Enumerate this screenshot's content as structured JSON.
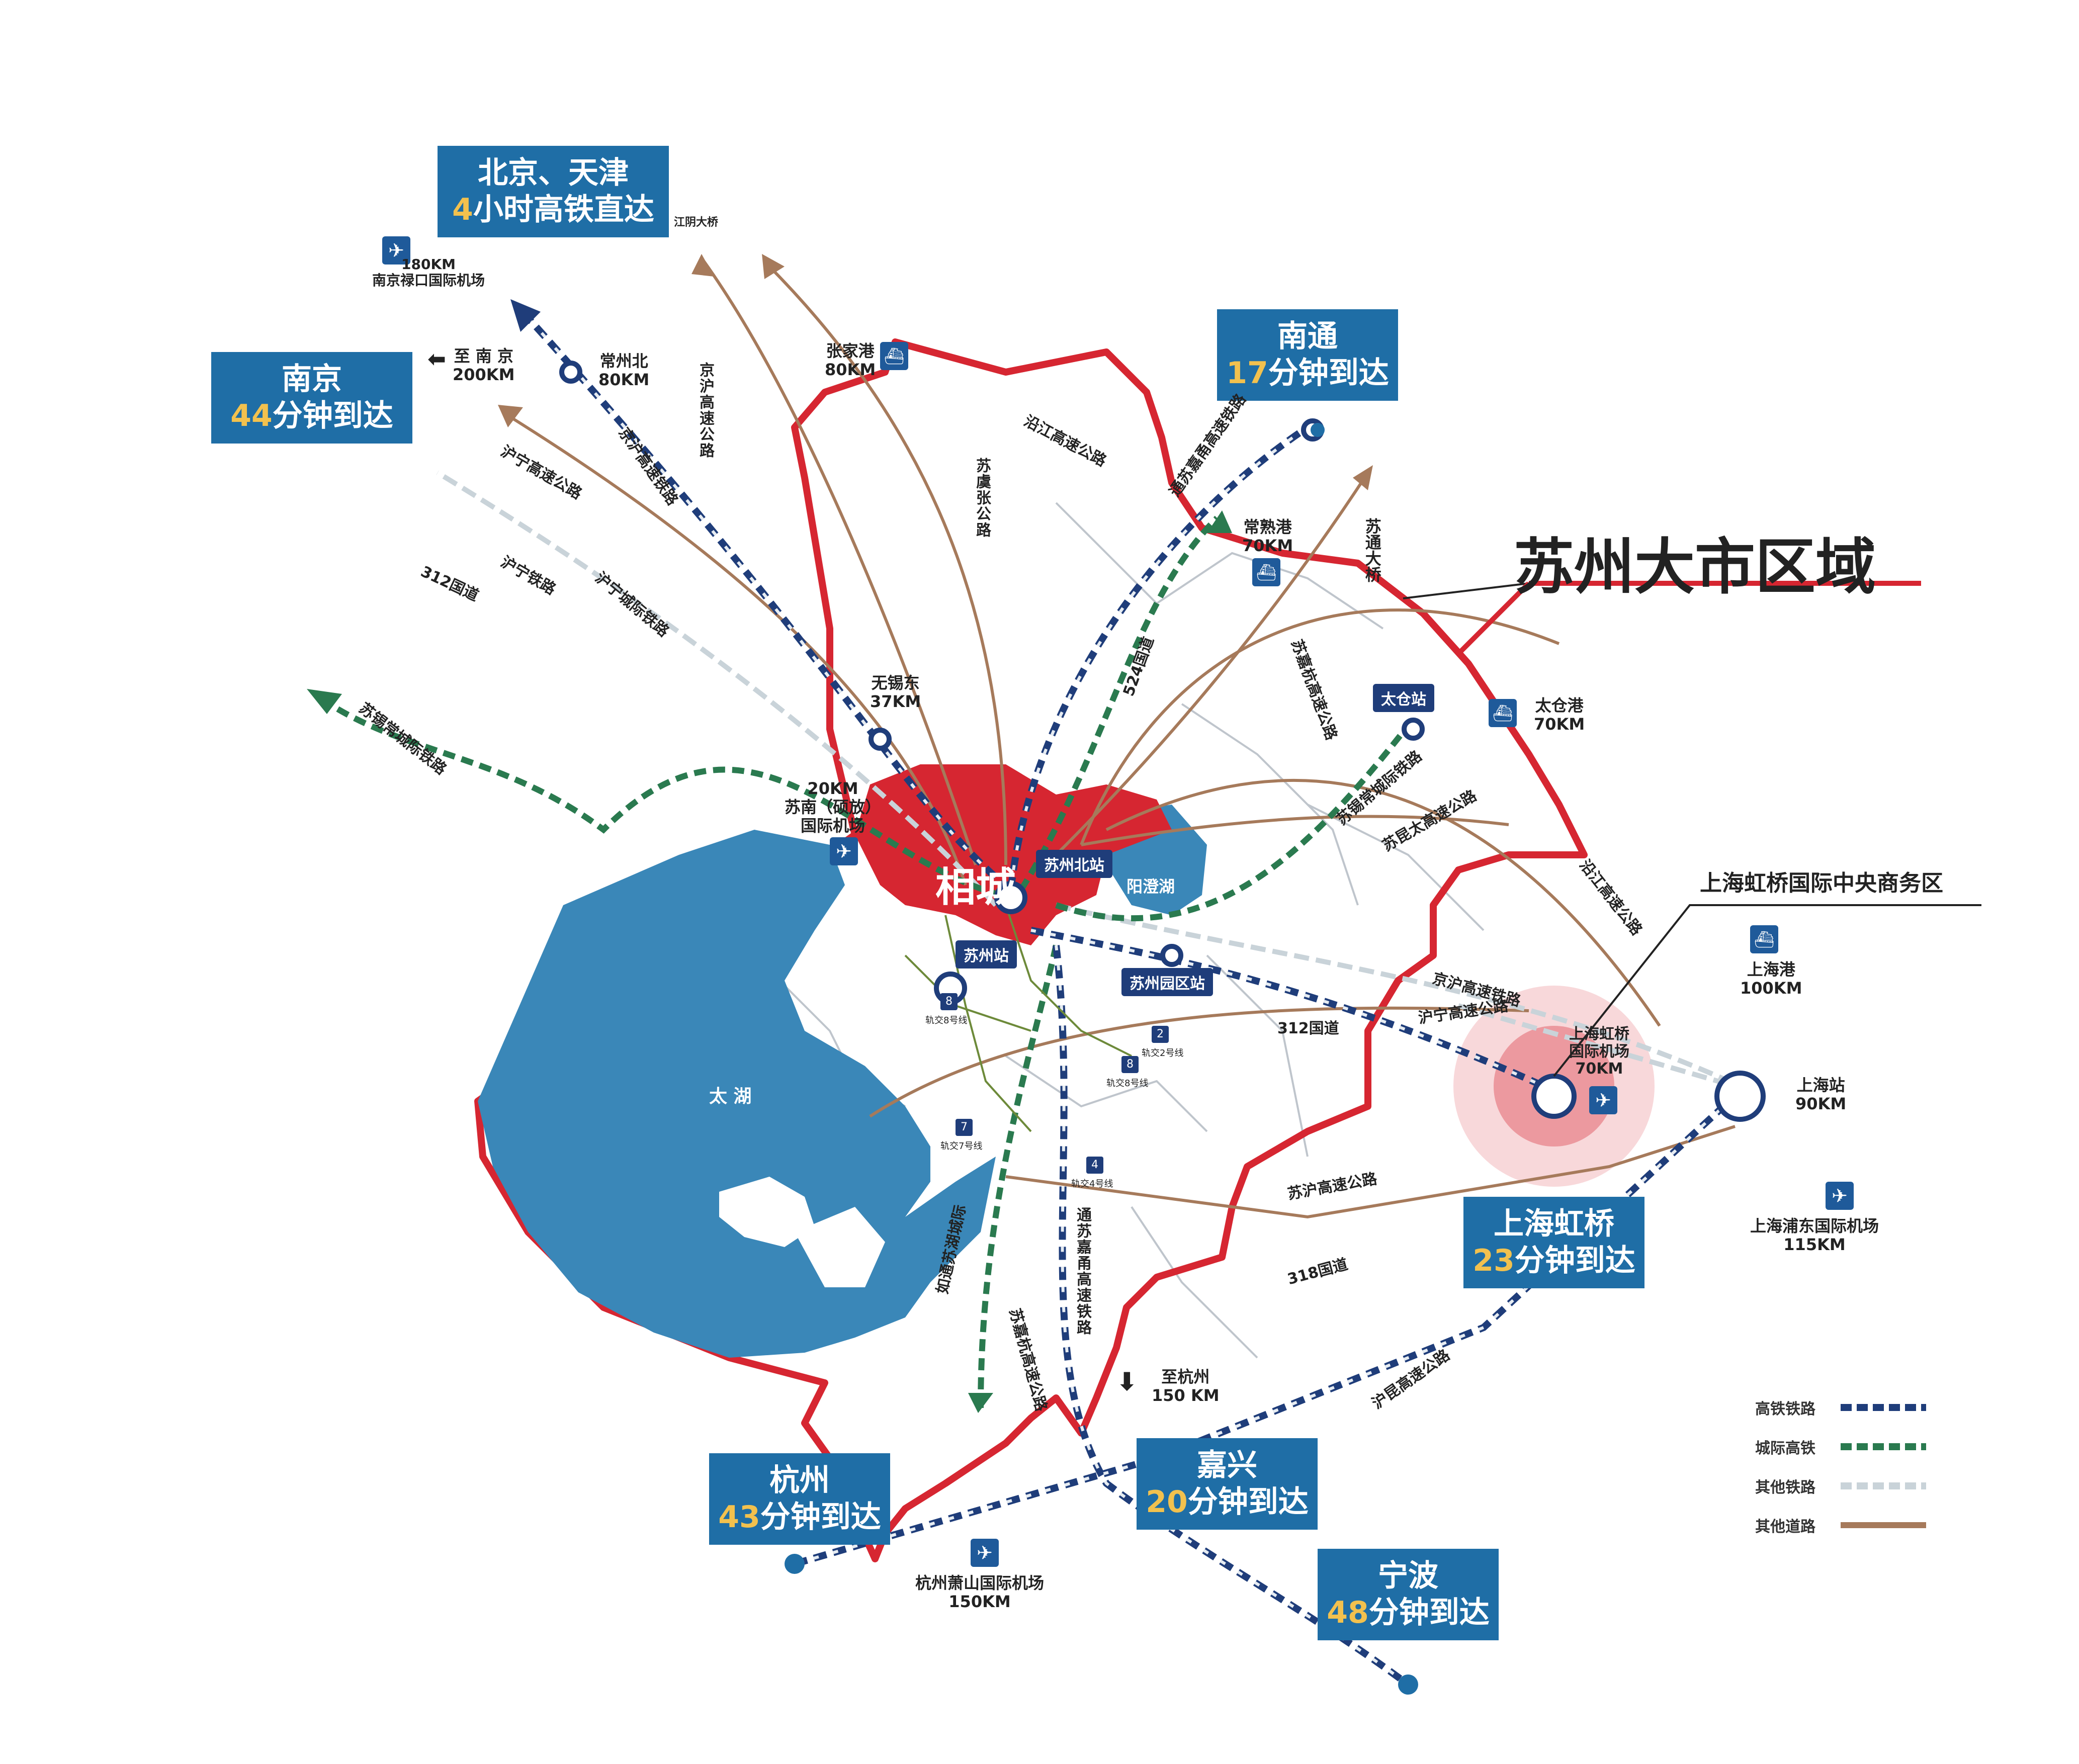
{
  "title": "苏州大市区域",
  "city_center": "相城",
  "cbd": "上海虹桥国际中央商务区",
  "destinations": {
    "beijing": {
      "line1": "北京、天津",
      "line2_num": "4",
      "line2_rest": "小时高铁直达"
    },
    "nanjing": {
      "line1": "南京",
      "line2_num": "44",
      "line2_rest": "分钟到达"
    },
    "nantong": {
      "line1": "南通",
      "line2_num": "17",
      "line2_rest": "分钟到达"
    },
    "hongqiao": {
      "line1": "上海虹桥",
      "line2_num": "23",
      "line2_rest": "分钟到达"
    },
    "hangzhou": {
      "line1": "杭州",
      "line2_num": "43",
      "line2_rest": "分钟到达"
    },
    "jiaxing": {
      "line1": "嘉兴",
      "line2_num": "20",
      "line2_rest": "分钟到达"
    },
    "ningbo": {
      "line1": "宁波",
      "line2_num": "48",
      "line2_rest": "分钟到达"
    }
  },
  "places": {
    "nanjing_airport_km": "180KM",
    "nanjing_airport": "南京禄口国际机场",
    "to_nanjing": "至 南 京",
    "to_nanjing_km": "200KM",
    "changzhou_north": "常州北",
    "changzhou_km": "80KM",
    "jiangyin_bridge": "江阴大桥",
    "zhangjiagang": "张家港",
    "zhangjiagang_km": "80KM",
    "changshu_port": "常熟港",
    "changshu_km": "70KM",
    "sutong_bridge": "苏通大桥",
    "taicang_port": "太仓港",
    "taicang_km": "70KM",
    "wuxi_east": "无锡东",
    "wuxi_km": "37KM",
    "sunan_airport_km": "20KM",
    "sunan_airport_1": "苏南（硕放）",
    "sunan_airport_2": "国际机场",
    "taicang_station": "太仓站",
    "suzhou_north": "苏州北站",
    "suzhou_station": "苏州站",
    "suzhou_park": "苏州园区站",
    "yangcheng_lake": "阳澄湖",
    "taihu": "太 湖",
    "shanghai_port": "上海港",
    "shanghai_port_km": "100KM",
    "hongqiao_airport_1": "上海虹桥",
    "hongqiao_airport_2": "国际机场",
    "hongqiao_airport_km": "70KM",
    "shanghai_station": "上海站",
    "shanghai_station_km": "90KM",
    "pudong_airport": "上海浦东国际机场",
    "pudong_km": "115KM",
    "to_hangzhou": "至杭州",
    "to_hangzhou_km": "150 KM",
    "xiaoshan_airport": "杭州萧山国际机场",
    "xiaoshan_km": "150KM"
  },
  "roads": {
    "jinghu_hsr": "京沪高速铁路",
    "huning_expressway": "沪宁高速公路",
    "g312": "312国道",
    "huning_railway": "沪宁铁路",
    "huning_intercity": "沪宁城际铁路",
    "sxc_intercity": "苏锡常城际铁路",
    "jinghu_expressway": "京沪高速公路",
    "suyu_zhang": "苏虞张公路",
    "yanjiang": "沿江高速公路",
    "nantong_rail": "通苏嘉甬高速铁路",
    "g524": "524国道",
    "sujiahang_north": "苏嘉杭高速公路",
    "sxc_intercity_east": "苏锡常城际铁路",
    "sukuntai": "苏昆太高速公路",
    "yanjiang_east": "沿江高速公路",
    "jinghu_hsr_east": "京沪高速铁路",
    "g312_east": "312国道",
    "huning_expressway_east": "沪宁高速公路",
    "suhu_expressway": "苏沪高速公路",
    "g318": "318国道",
    "hukun_expressway": "沪昆高速公路",
    "tongsujiayong": "通苏嘉甬高速铁路",
    "sujiahang_south": "苏嘉杭高速公路",
    "rutong_intercity": "如通苏湖城际"
  },
  "metro": {
    "line8_num": "8",
    "line8": "轨交8号线",
    "line2_num": "2",
    "line2": "轨交2号线",
    "line8b_num": "8",
    "line8b": "轨交8号线",
    "line7_num": "7",
    "line7": "轨交7号线",
    "line4_num": "4",
    "line4": "轨交4号线"
  },
  "legend": [
    {
      "label": "高铁铁路",
      "color": "#1f3d7a"
    },
    {
      "label": "城际高铁",
      "color": "#2a7a4f"
    },
    {
      "label": "其他铁路",
      "color": "#c9d3d9"
    },
    {
      "label": "其他道路",
      "color": "#a67a5b"
    }
  ],
  "colors": {
    "tag_bg": "#1f6ea6",
    "highlight_num": "#f2c14e",
    "boundary": "#d62631",
    "lake": "#3a87b8",
    "urban": "#d62631"
  }
}
